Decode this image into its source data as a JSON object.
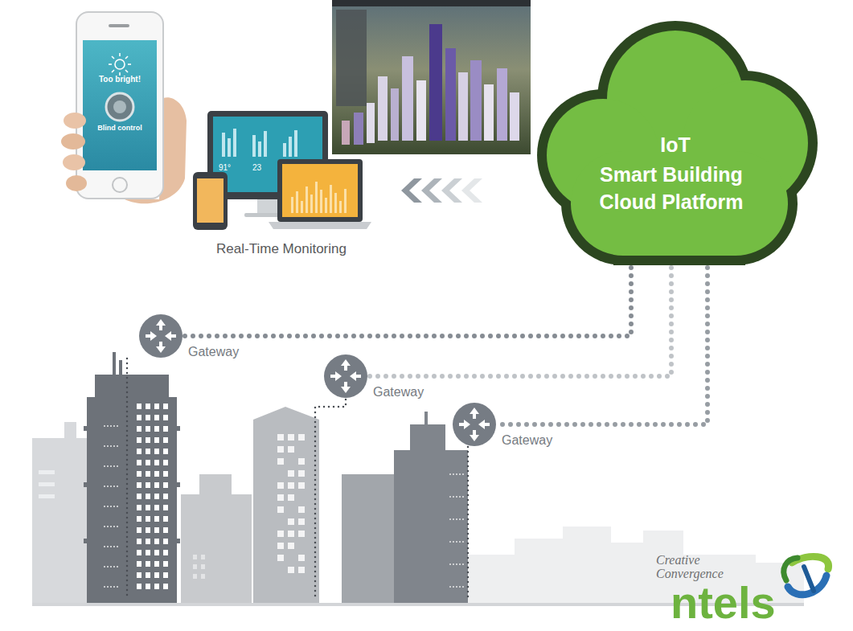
{
  "diagram": {
    "nodes": [
      {
        "text": [
          "IoT",
          "Smart Building Cloud Platform"
        ]
      },
      {
        "text": [
          "Gateway"
        ]
      },
      {
        "text": [
          "Gateway"
        ]
      },
      {
        "text": [
          "Gateway"
        ]
      }
    ],
    "edges": [
      {
        "from": 0,
        "to": 1,
        "arrow": "none"
      },
      {
        "from": 0,
        "to": 2,
        "arrow": "none"
      },
      {
        "from": 0,
        "to": 3,
        "arrow": "none"
      }
    ],
    "labels": [
      "Too bright!",
      "Blind control",
      "91°",
      "23",
      "Real-Time Monitoring",
      "Creative Convergence",
      "ntels"
    ]
  }
}
